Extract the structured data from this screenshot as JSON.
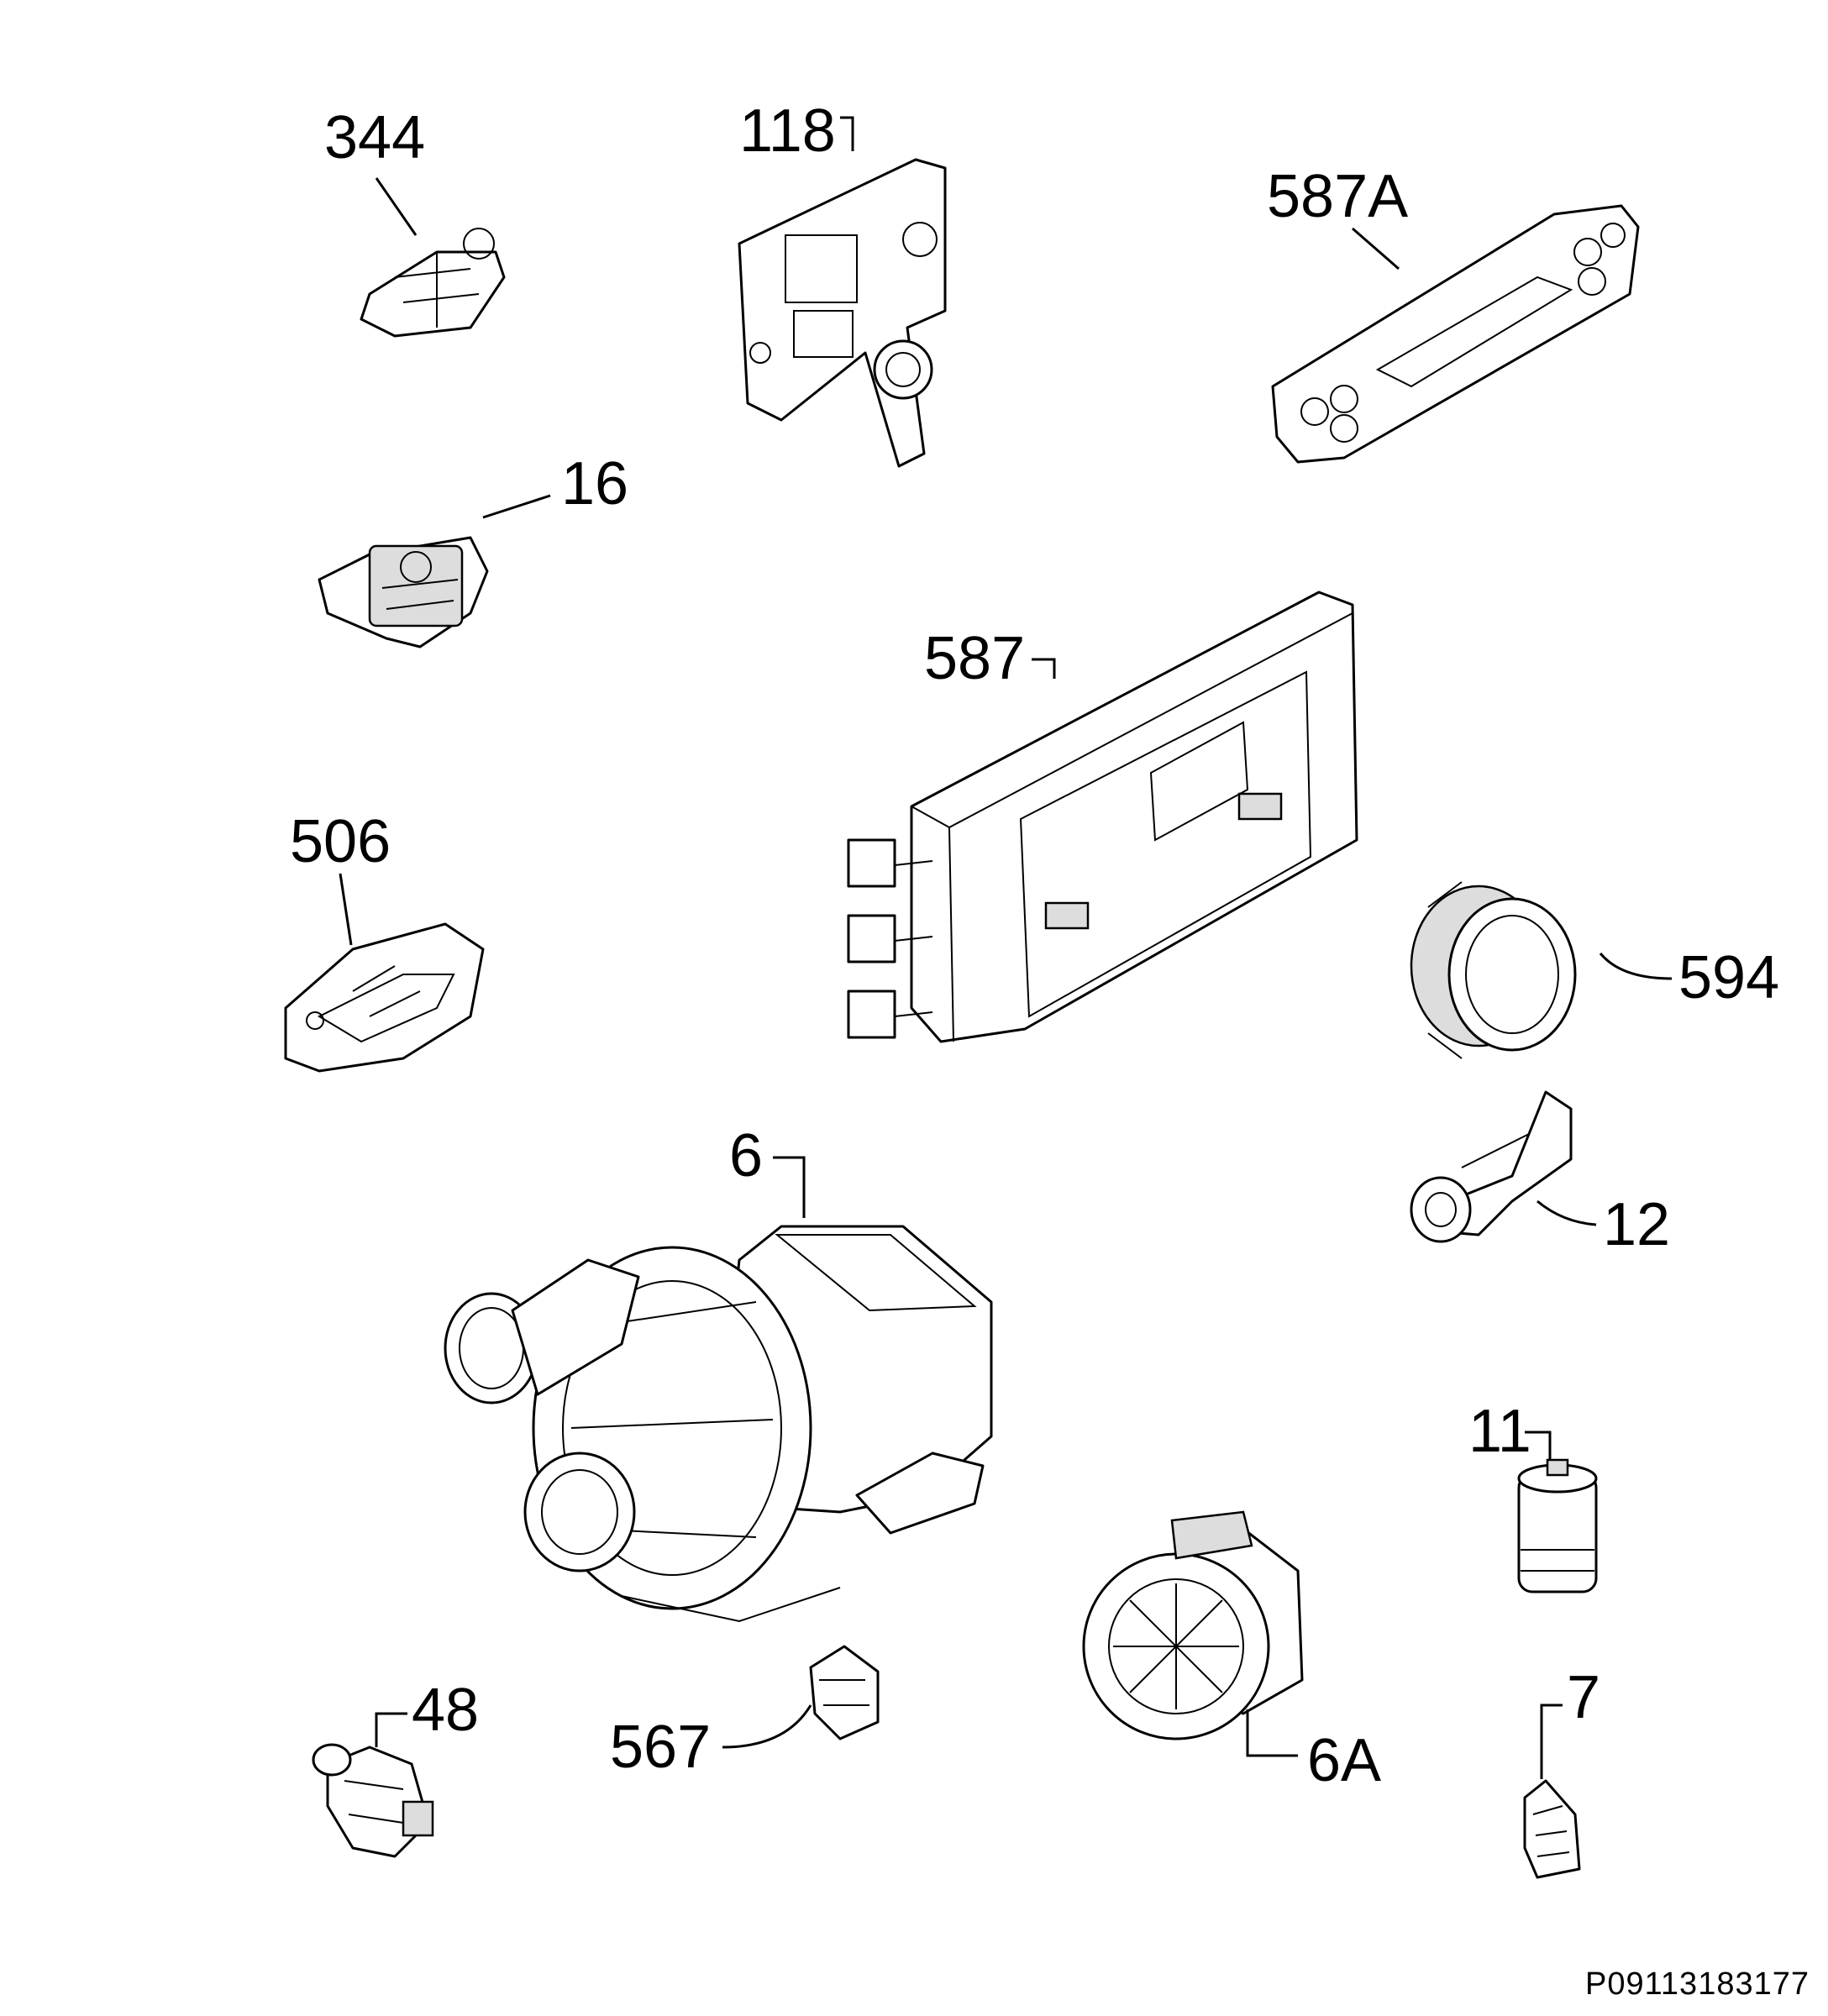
{
  "parts": [
    {
      "id": "344",
      "label": "344"
    },
    {
      "id": "118",
      "label": "118"
    },
    {
      "id": "587A",
      "label": "587A"
    },
    {
      "id": "16",
      "label": "16"
    },
    {
      "id": "587",
      "label": "587"
    },
    {
      "id": "506",
      "label": "506"
    },
    {
      "id": "594",
      "label": "594"
    },
    {
      "id": "6",
      "label": "6"
    },
    {
      "id": "12",
      "label": "12"
    },
    {
      "id": "11",
      "label": "11"
    },
    {
      "id": "7",
      "label": "7"
    },
    {
      "id": "48",
      "label": "48"
    },
    {
      "id": "567",
      "label": "567"
    },
    {
      "id": "6A",
      "label": "6A"
    }
  ],
  "reference_code": "P09113183177",
  "colors": {
    "line": "#000000",
    "background": "#ffffff"
  }
}
